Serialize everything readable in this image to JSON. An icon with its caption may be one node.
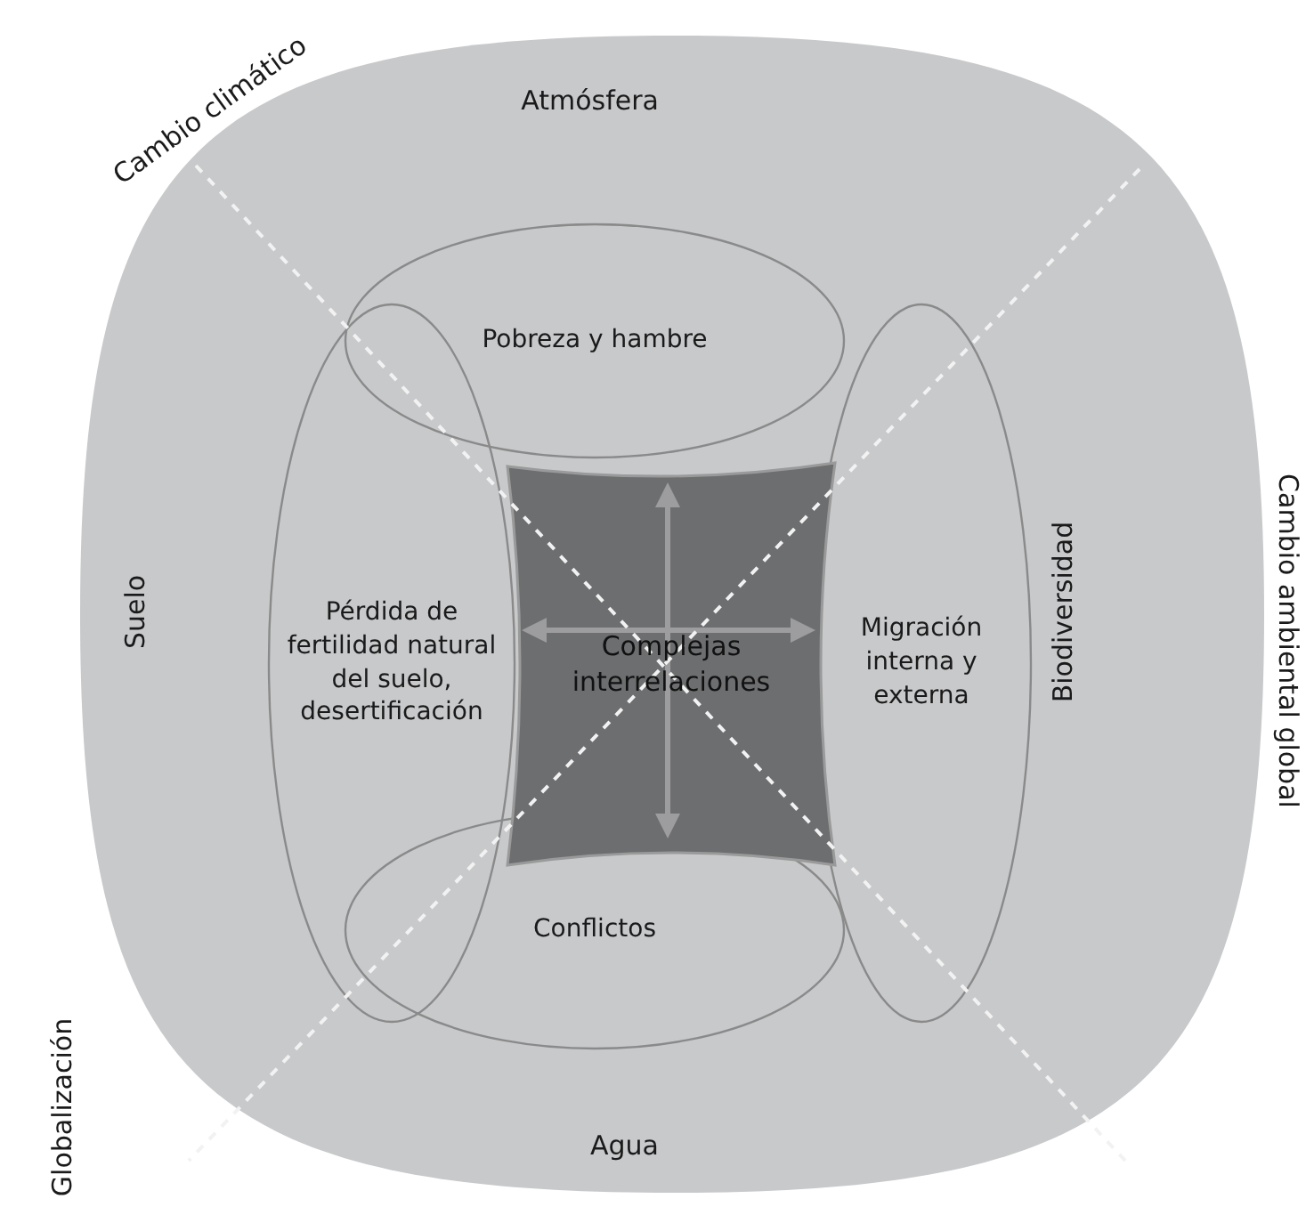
{
  "diagram": {
    "nodes": [
      {
        "text": [
          "Atmósfera",
          "Suelo",
          "Biodiversidad",
          "Agua"
        ]
      },
      {
        "text": [
          "Pobreza y hambre"
        ],
        "in": 0
      },
      {
        "text": [
          "Pérdida de fertilidad natural del suelo, desertificación"
        ],
        "in": 0
      },
      {
        "text": [
          "Migración interna y externa"
        ],
        "in": 0
      },
      {
        "text": [
          "Conflictos"
        ],
        "in": 0
      },
      {
        "text": [
          "Complejas interrelaciones"
        ],
        "in": 0
      }
    ],
    "labels": [
      "Cambio climático",
      "Globalización",
      "Cambio ambiental global"
    ]
  }
}
